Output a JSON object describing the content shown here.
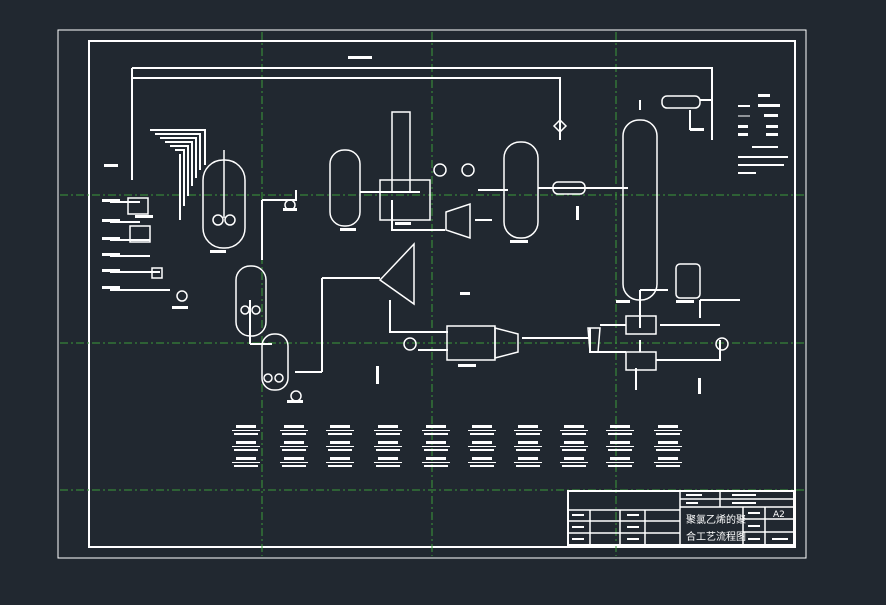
{
  "drawing": {
    "title_line1": "聚氯乙烯的聚",
    "title_line2": "合工艺流程图",
    "sheet_size": "A2"
  },
  "colors": {
    "background": "#212830",
    "lines": "#ffffff",
    "grid": "#3a9a3a"
  }
}
